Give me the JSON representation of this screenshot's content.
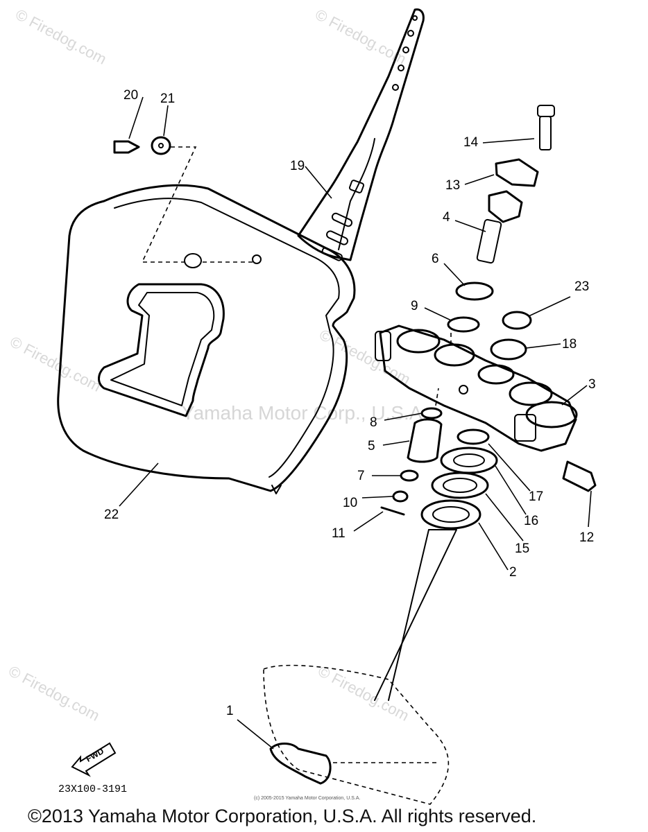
{
  "watermarks": {
    "site": "© Firedog.com",
    "center": "Yamaha Motor Corp., U.S.A."
  },
  "callouts": [
    "1",
    "2",
    "3",
    "4",
    "5",
    "6",
    "7",
    "8",
    "9",
    "10",
    "11",
    "12",
    "13",
    "14",
    "15",
    "16",
    "17",
    "18",
    "19",
    "20",
    "21",
    "22",
    "23"
  ],
  "part_code": "23X100-3191",
  "fwd_label": "FWD",
  "small_notice": "(c) 2005-2015 Yamaha Motor Corporation, U.S.A.",
  "copyright": "©2013 Yamaha Motor Corporation, U.S.A. All rights reserved."
}
